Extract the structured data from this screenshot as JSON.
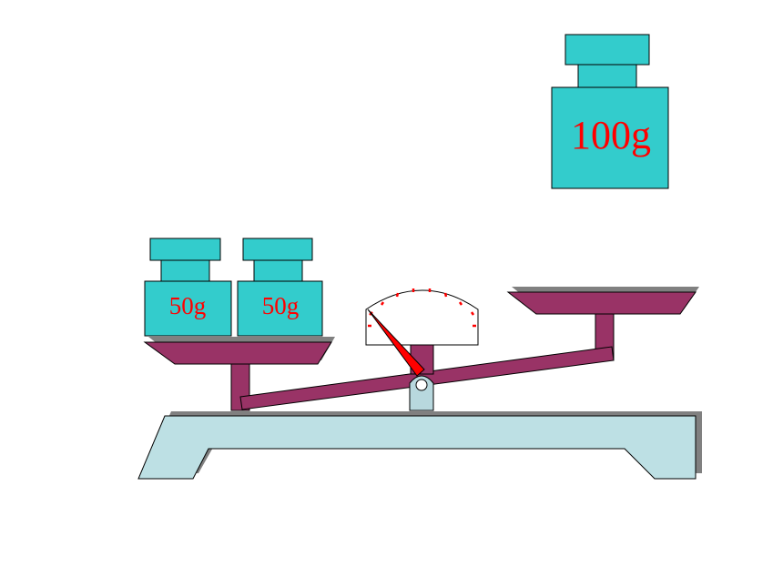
{
  "colors": {
    "weight_fill": "#33cccc",
    "beam_fill": "#993366",
    "base_fill": "#bde0e4",
    "pivot_fill": "#b8d8de",
    "shadow": "#808080",
    "label_color": "#ff0000",
    "needle_color": "#ff0000"
  },
  "weights": {
    "left_weight_1": {
      "label": "50g"
    },
    "left_weight_2": {
      "label": "50g"
    },
    "loose_weight": {
      "label": "100g"
    }
  },
  "icons": {
    "weight": "weight-icon",
    "dial": "gauge-dial-icon",
    "needle": "needle-icon",
    "pan": "balance-pan-icon"
  }
}
